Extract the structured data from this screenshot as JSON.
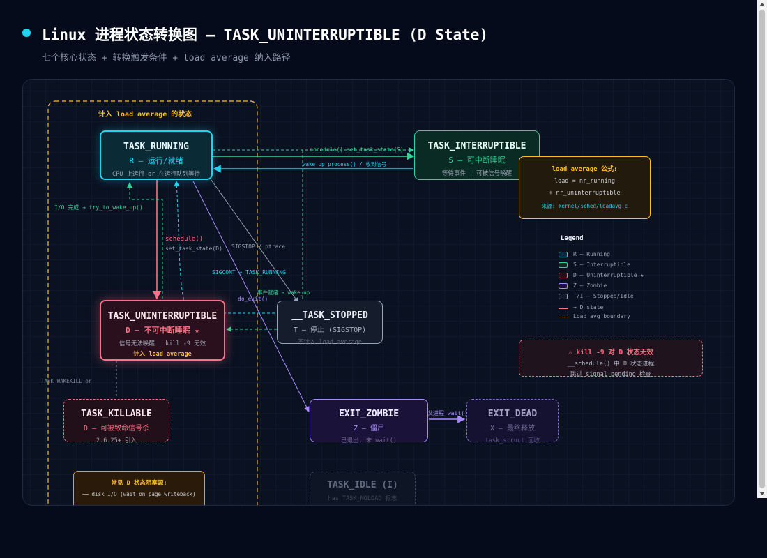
{
  "header": {
    "title": "Linux 进程状态转换图 — TASK_UNINTERRUPTIBLE (D State)",
    "subtitle": "七个核心状态 + 转换触发条件 + load average 纳入路径"
  },
  "load_region": {
    "label": "计入 load average 的状态"
  },
  "states": {
    "running": {
      "name": "TASK_RUNNING",
      "sub": "R — 运行/就绪",
      "desc": "CPU 上运行 or 在运行队列等待"
    },
    "interruptible": {
      "name": "TASK_INTERRUPTIBLE",
      "sub": "S — 可中断睡眠",
      "desc": "等待事件 | 可被信号唤醒"
    },
    "uninterruptible": {
      "name": "TASK_UNINTERRUPTIBLE",
      "sub": "D — 不可中断睡眠 ★",
      "desc": "信号无法唤醒 | kill -9 无效",
      "note": "计入 load average"
    },
    "stopped": {
      "name": "__TASK_STOPPED",
      "sub": "T — 停止 (SIGSTOP)",
      "desc": "不计入 load average"
    },
    "killable": {
      "name": "TASK_KILLABLE",
      "sub": "D — 可被致命信号杀",
      "desc": "2.6.25+ 引入"
    },
    "zombie": {
      "name": "EXIT_ZOMBIE",
      "sub": "Z — 僵尸",
      "desc": "已退出, 未 wait()"
    },
    "dead": {
      "name": "EXIT_DEAD",
      "sub": "X — 最终释放",
      "desc": "task_struct 回收"
    },
    "idle": {
      "name": "TASK_IDLE (I)",
      "desc": "has TASK_NOLOAD 标志"
    }
  },
  "transitions": {
    "schedule_s": "schedule() set_task_state(S)",
    "wake_up": "wake_up_process() / 收到信号",
    "io_done": "I/O 完成 → try_to_wake_up()",
    "schedule_d1": "schedule()",
    "schedule_d2": "set_task_state(D)",
    "sigstop": "SIGSTOP / ptrace",
    "sigcont": "SIGCONT → TASK_RUNNING",
    "wake_up_short": "事件就绪 → wake_up",
    "do_exit": "do_exit()",
    "wait": "父进程 wait()",
    "wakekill": "TASK_WAKEKILL or"
  },
  "formula": {
    "title": "load average 公式:",
    "line1": "load = nr_running",
    "line2": "+ nr_uninterruptible",
    "source": "来源: kernel/sched/loadavg.c"
  },
  "legend": {
    "title": "Legend",
    "items": [
      "R — Running",
      "S — Interruptible",
      "D — Uninterruptible ★",
      "Z — Zombie",
      "T/I — Stopped/Idle",
      "→ D state",
      "Load avg boundary"
    ]
  },
  "warning": {
    "title": "⚠ kill -9 对 D 状态无效",
    "line1": "__schedule() 中 D 状态进程",
    "line2": "跳过 signal_pending 检查"
  },
  "sources_box": {
    "title": "常见 D 状态阻塞源:",
    "item1": "── disk I/O (wait_on_page_writeback)"
  },
  "colors": {
    "running": "#22d3ee",
    "interruptible": "#34d399",
    "uninterruptible": "#fb7185",
    "zombie": "#a78bfa",
    "stopped": "#94a3b8",
    "load": "#fbbf24"
  }
}
